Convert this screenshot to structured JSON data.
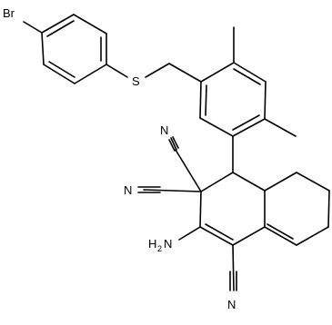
{
  "atom_labels": {
    "bromine": "Br",
    "sulfur": "S",
    "nitrile_n1": "N",
    "nitrile_n2": "N",
    "nitrile_n3": "N",
    "amino_h": "H",
    "amino_subscript": "2",
    "amino_n": "N"
  },
  "colors": {
    "bond": "#000000",
    "background": "#ffffff"
  }
}
